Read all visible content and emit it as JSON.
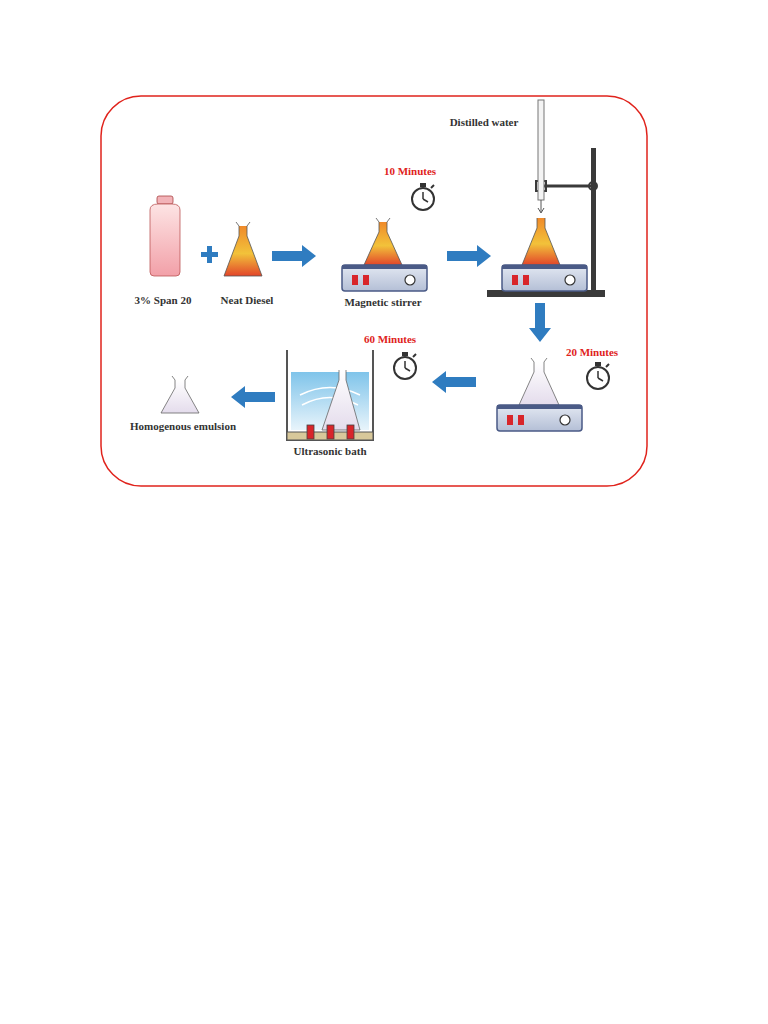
{
  "diagram": {
    "labels": [
      "Distilled water",
      "10 Minutes",
      "3% Span 20",
      "Neat Diesel",
      "Magnetic stirrer",
      "60 Minutes",
      "20 Minutes",
      "Ultrasonic bath",
      "Homogenous emulsion"
    ]
  }
}
